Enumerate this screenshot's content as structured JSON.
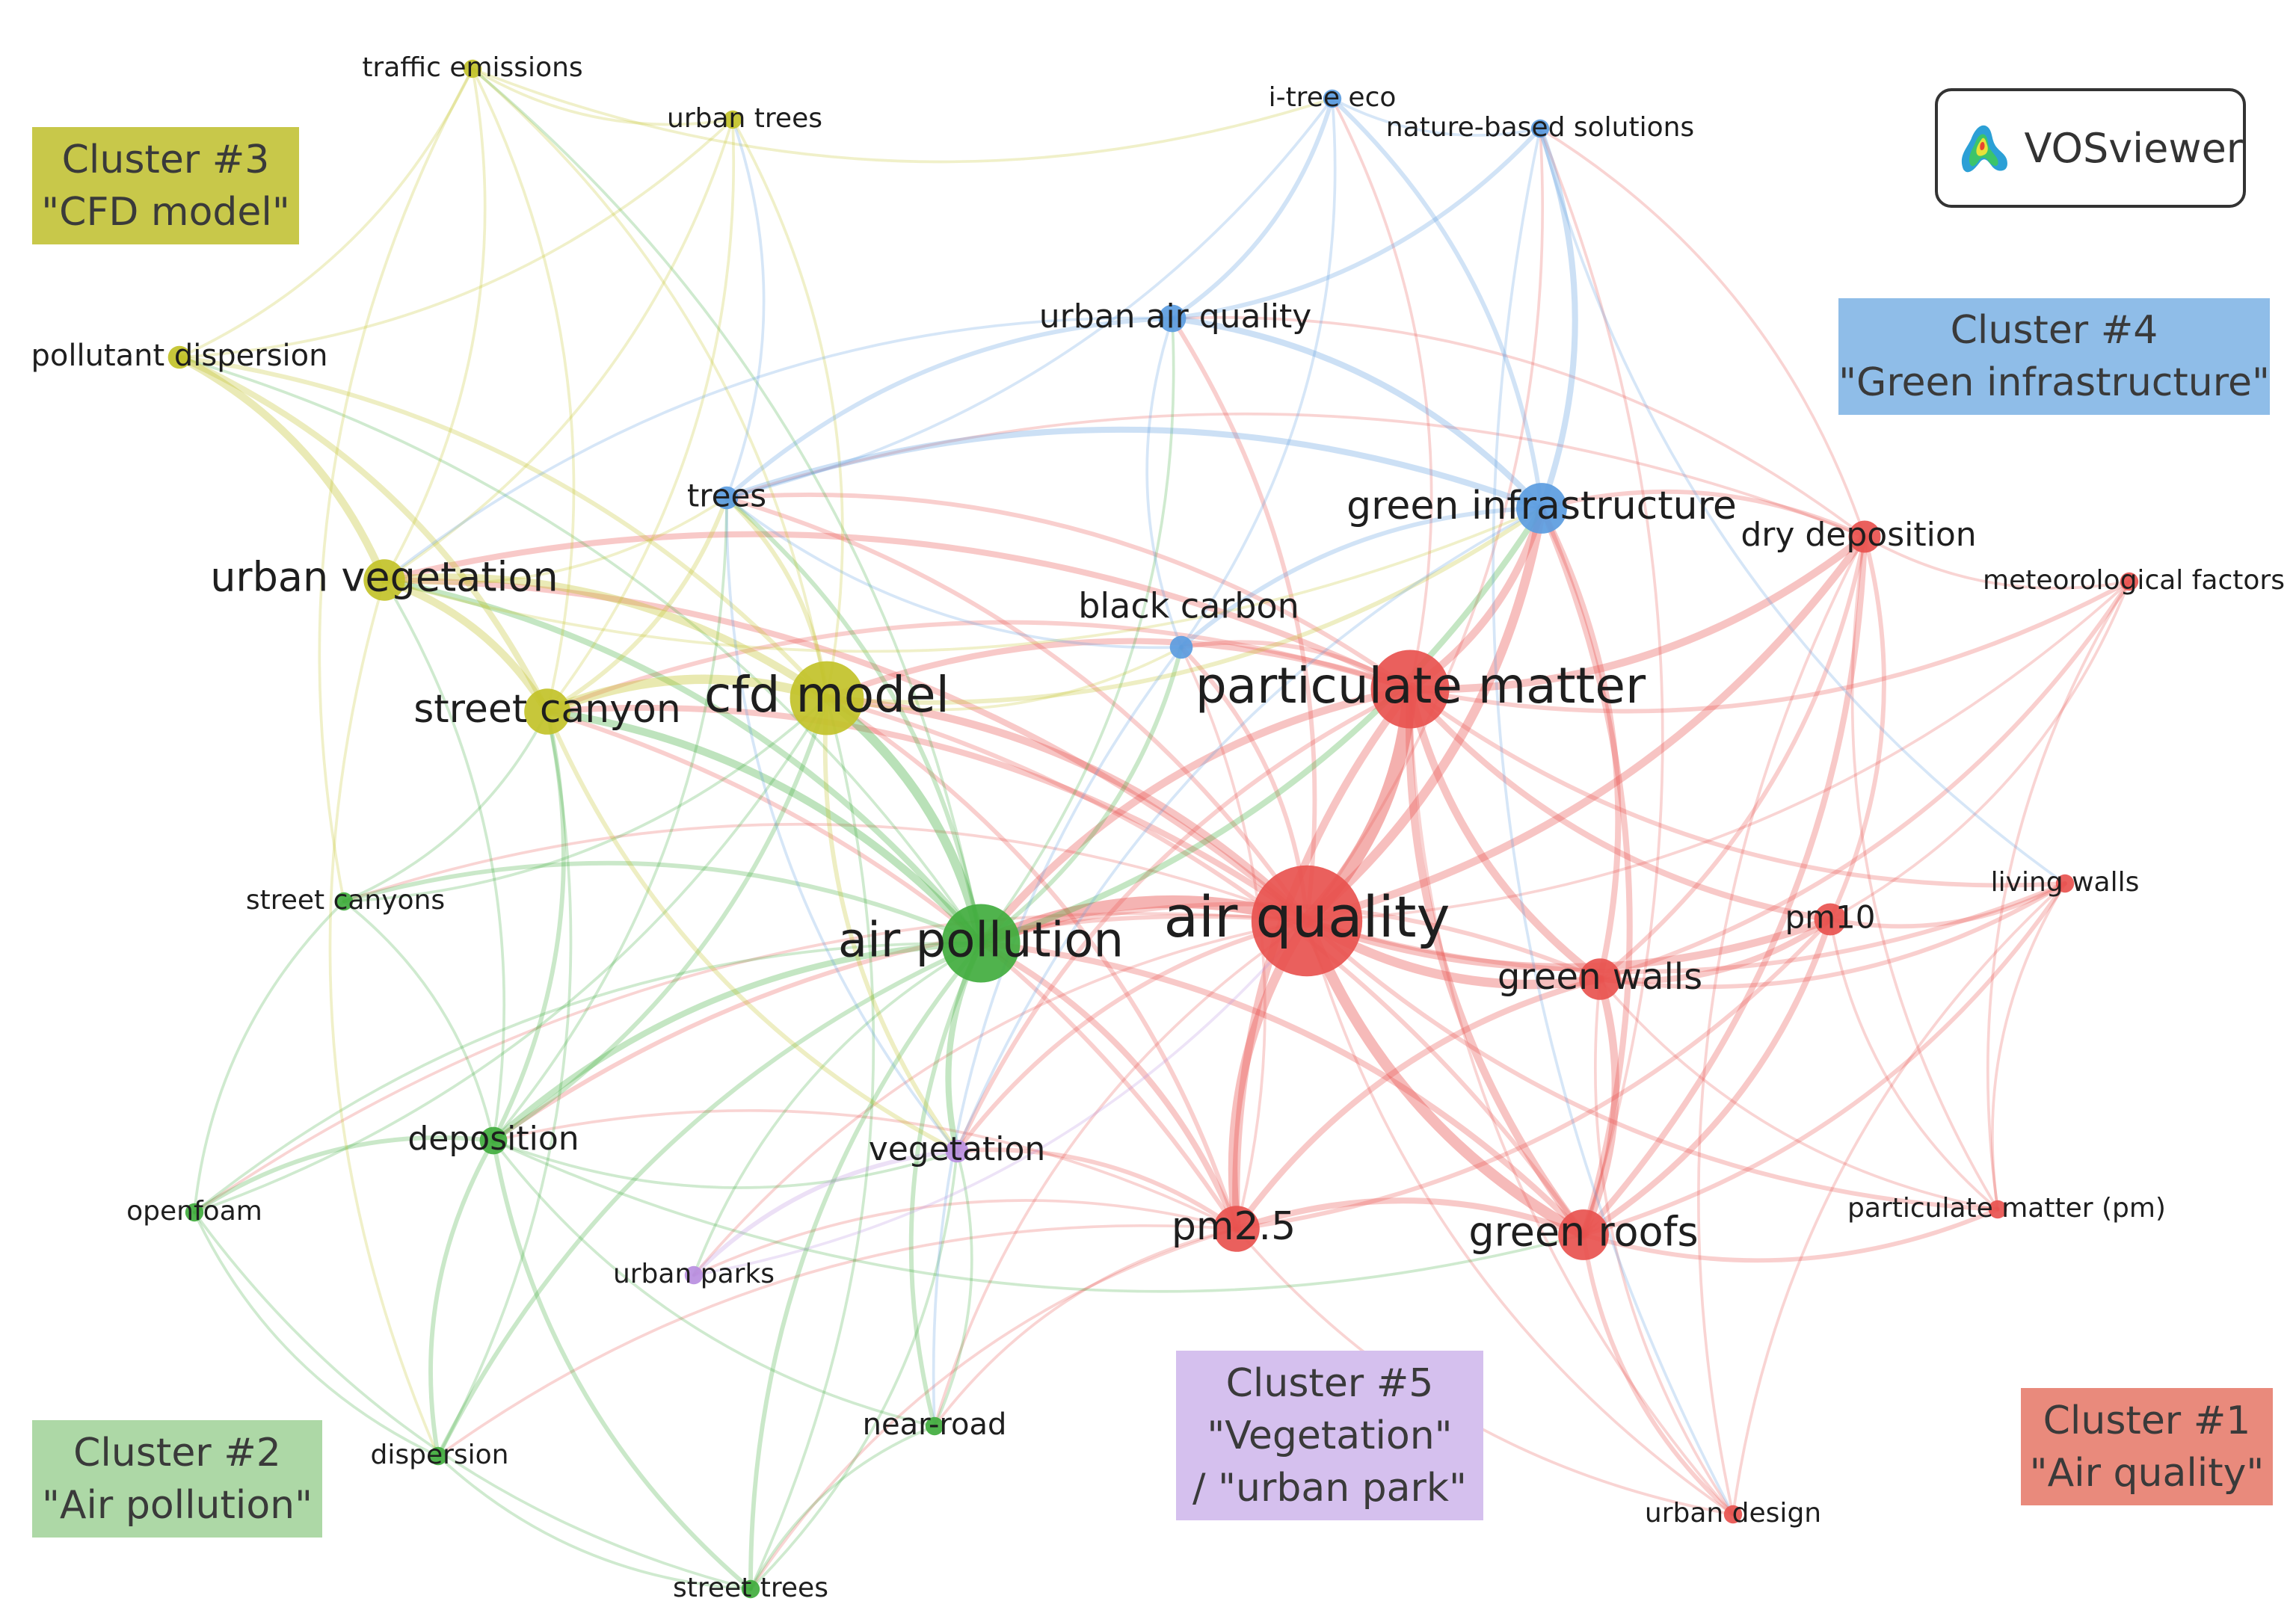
{
  "colors": {
    "cluster1": "#e8524f",
    "cluster2": "#41ad3e",
    "cluster3": "#c2c229",
    "cluster4": "#5b9ce0",
    "cluster5": "#b98ee0",
    "legend1_bg": "#e98a7c",
    "legend2_bg": "#add8a6",
    "legend3_bg": "#c8c84a",
    "legend4_bg": "#8fbde8",
    "legend5_bg": "#d5c0ee"
  },
  "logo": {
    "text": "VOSviewer",
    "icon": "vosviewer-logo-icon"
  },
  "legend": [
    {
      "id": "c3",
      "line1": "Cluster #3",
      "line2": "\"CFD model\"",
      "line3": ""
    },
    {
      "id": "c4",
      "line1": "Cluster #4",
      "line2": "\"Green infrastructure\"",
      "line3": ""
    },
    {
      "id": "c2",
      "line1": "Cluster #2",
      "line2": "\"Air pollution\"",
      "line3": ""
    },
    {
      "id": "c5",
      "line1": "Cluster #5",
      "line2": "\"Vegetation\"",
      "line3": "/ \"urban park\""
    },
    {
      "id": "c1",
      "line1": "Cluster #1",
      "line2": "\"Air quality\"",
      "line3": ""
    }
  ],
  "nodes": [
    {
      "label": "air quality",
      "cluster": 1,
      "weight": 22
    },
    {
      "label": "particulate matter",
      "cluster": 1,
      "weight": 15
    },
    {
      "label": "green roofs",
      "cluster": 1,
      "weight": 9
    },
    {
      "label": "pm2.5",
      "cluster": 1,
      "weight": 8
    },
    {
      "label": "green walls",
      "cluster": 1,
      "weight": 7
    },
    {
      "label": "pm10",
      "cluster": 1,
      "weight": 5
    },
    {
      "label": "dry deposition",
      "cluster": 1,
      "weight": 5
    },
    {
      "label": "living walls",
      "cluster": 1,
      "weight": 2
    },
    {
      "label": "meteorological factors",
      "cluster": 1,
      "weight": 2
    },
    {
      "label": "particulate matter (pm)",
      "cluster": 1,
      "weight": 2
    },
    {
      "label": "urban design",
      "cluster": 1,
      "weight": 2
    },
    {
      "label": "air pollution",
      "cluster": 2,
      "weight": 15
    },
    {
      "label": "deposition",
      "cluster": 2,
      "weight": 4
    },
    {
      "label": "street canyons",
      "cluster": 2,
      "weight": 2
    },
    {
      "label": "openfoam",
      "cluster": 2,
      "weight": 2
    },
    {
      "label": "dispersion",
      "cluster": 2,
      "weight": 2
    },
    {
      "label": "near-road",
      "cluster": 2,
      "weight": 2
    },
    {
      "label": "street trees",
      "cluster": 2,
      "weight": 2
    },
    {
      "label": "cfd model",
      "cluster": 3,
      "weight": 14
    },
    {
      "label": "street canyon",
      "cluster": 3,
      "weight": 8
    },
    {
      "label": "urban vegetation",
      "cluster": 3,
      "weight": 7
    },
    {
      "label": "pollutant dispersion",
      "cluster": 3,
      "weight": 3
    },
    {
      "label": "traffic emissions",
      "cluster": 3,
      "weight": 2
    },
    {
      "label": "urban trees",
      "cluster": 3,
      "weight": 2
    },
    {
      "label": "green infrastructure",
      "cluster": 4,
      "weight": 9
    },
    {
      "label": "urban air quality",
      "cluster": 4,
      "weight": 4
    },
    {
      "label": "trees",
      "cluster": 4,
      "weight": 3
    },
    {
      "label": "black carbon",
      "cluster": 4,
      "weight": 3
    },
    {
      "label": "i-tree eco",
      "cluster": 4,
      "weight": 2
    },
    {
      "label": "nature-based solutions",
      "cluster": 4,
      "weight": 2
    },
    {
      "label": "vegetation",
      "cluster": 5,
      "weight": 3
    },
    {
      "label": "urban parks",
      "cluster": 5,
      "weight": 2
    }
  ],
  "links": [
    [
      "air quality",
      "particulate matter",
      8
    ],
    [
      "air quality",
      "air pollution",
      7
    ],
    [
      "air quality",
      "green roofs",
      6
    ],
    [
      "air quality",
      "pm2.5",
      5
    ],
    [
      "air quality",
      "green walls",
      5
    ],
    [
      "air quality",
      "pm10",
      4
    ],
    [
      "air quality",
      "dry deposition",
      4
    ],
    [
      "air quality",
      "green infrastructure",
      5
    ],
    [
      "air quality",
      "cfd model",
      4
    ],
    [
      "air quality",
      "street canyon",
      3
    ],
    [
      "air quality",
      "urban vegetation",
      3
    ],
    [
      "air quality",
      "trees",
      2
    ],
    [
      "air quality",
      "black carbon",
      2
    ],
    [
      "air quality",
      "vegetation",
      2
    ],
    [
      "air quality",
      "deposition",
      2
    ],
    [
      "air quality",
      "living walls",
      2
    ],
    [
      "air quality",
      "meteorological factors",
      1
    ],
    [
      "air quality",
      "particulate matter (pm)",
      2
    ],
    [
      "air quality",
      "urban design",
      1
    ],
    [
      "air quality",
      "urban air quality",
      2
    ],
    [
      "air quality",
      "street canyons",
      1
    ],
    [
      "air quality",
      "openfoam",
      1
    ],
    [
      "air quality",
      "near-road",
      1
    ],
    [
      "air quality",
      "urban parks",
      1
    ],
    [
      "air quality",
      "nature-based solutions",
      1
    ],
    [
      "particulate matter",
      "green walls",
      4
    ],
    [
      "particulate matter",
      "green roofs",
      4
    ],
    [
      "particulate matter",
      "pm2.5",
      4
    ],
    [
      "particulate matter",
      "pm10",
      3
    ],
    [
      "particulate matter",
      "dry deposition",
      4
    ],
    [
      "particulate matter",
      "air pollution",
      4
    ],
    [
      "particulate matter",
      "green infrastructure",
      4
    ],
    [
      "particulate matter",
      "cfd model",
      3
    ],
    [
      "particulate matter",
      "urban vegetation",
      3
    ],
    [
      "particulate matter",
      "street canyon",
      2
    ],
    [
      "particulate matter",
      "meteorological factors",
      2
    ],
    [
      "particulate matter",
      "living walls",
      2
    ],
    [
      "particulate matter",
      "black carbon",
      2
    ],
    [
      "particulate matter",
      "trees",
      2
    ],
    [
      "particulate matter",
      "vegetation",
      2
    ],
    [
      "particulate matter",
      "urban design",
      1
    ],
    [
      "particulate matter",
      "i-tree eco",
      1
    ],
    [
      "green roofs",
      "green walls",
      4
    ],
    [
      "green roofs",
      "pm2.5",
      3
    ],
    [
      "green roofs",
      "pm10",
      3
    ],
    [
      "green roofs",
      "dry deposition",
      3
    ],
    [
      "green roofs",
      "green infrastructure",
      3
    ],
    [
      "green roofs",
      "air pollution",
      3
    ],
    [
      "green roofs",
      "particulate matter (pm)",
      2
    ],
    [
      "green roofs",
      "urban design",
      2
    ],
    [
      "green roofs",
      "living walls",
      2
    ],
    [
      "green roofs",
      "cfd model",
      2
    ],
    [
      "green roofs",
      "nature-based solutions",
      1
    ],
    [
      "green walls",
      "pm10",
      3
    ],
    [
      "green walls",
      "pm2.5",
      3
    ],
    [
      "green walls",
      "dry deposition",
      2
    ],
    [
      "green walls",
      "living walls",
      2
    ],
    [
      "green walls",
      "green infrastructure",
      3
    ],
    [
      "green walls",
      "air pollution",
      2
    ],
    [
      "green walls",
      "meteorological factors",
      2
    ],
    [
      "green walls",
      "urban design",
      1
    ],
    [
      "green walls",
      "particulate matter (pm)",
      1
    ],
    [
      "pm2.5",
      "pm10",
      2
    ],
    [
      "pm2.5",
      "air pollution",
      3
    ],
    [
      "pm2.5",
      "vegetation",
      2
    ],
    [
      "pm2.5",
      "street canyon",
      2
    ],
    [
      "pm2.5",
      "cfd model",
      2
    ],
    [
      "pm2.5",
      "near-road",
      1
    ],
    [
      "pm2.5",
      "urban parks",
      1
    ],
    [
      "pm2.5",
      "deposition",
      1
    ],
    [
      "pm2.5",
      "black carbon",
      1
    ],
    [
      "pm2.5",
      "urban design",
      1
    ],
    [
      "pm2.5",
      "street trees",
      1
    ],
    [
      "pm2.5",
      "dispersion",
      1
    ],
    [
      "pm10",
      "dry deposition",
      2
    ],
    [
      "pm10",
      "living walls",
      2
    ],
    [
      "pm10",
      "meteorological factors",
      1
    ],
    [
      "pm10",
      "particulate matter (pm)",
      1
    ],
    [
      "dry deposition",
      "meteorological factors",
      1
    ],
    [
      "dry deposition",
      "green infrastructure",
      2
    ],
    [
      "dry deposition",
      "trees",
      1
    ],
    [
      "dry deposition",
      "urban air quality",
      1
    ],
    [
      "dry deposition",
      "particulate matter (pm)",
      1
    ],
    [
      "dry deposition",
      "urban design",
      1
    ],
    [
      "dry deposition",
      "nature-based solutions",
      1
    ],
    [
      "living walls",
      "particulate matter (pm)",
      1
    ],
    [
      "living walls",
      "urban design",
      1
    ],
    [
      "meteorological factors",
      "particulate matter (pm)",
      1
    ],
    [
      "air pollution",
      "cfd model",
      5
    ],
    [
      "air pollution",
      "street canyon",
      4
    ],
    [
      "air pollution",
      "urban vegetation",
      3
    ],
    [
      "air pollution",
      "deposition",
      3
    ],
    [
      "air pollution",
      "vegetation",
      3
    ],
    [
      "air pollution",
      "trees",
      2
    ],
    [
      "air pollution",
      "street canyons",
      2
    ],
    [
      "air pollution",
      "openfoam",
      1
    ],
    [
      "air pollution",
      "dispersion",
      2
    ],
    [
      "air pollution",
      "near-road",
      2
    ],
    [
      "air pollution",
      "street trees",
      2
    ],
    [
      "air pollution",
      "black carbon",
      2
    ],
    [
      "air pollution",
      "green infrastructure",
      3
    ],
    [
      "air pollution",
      "urban parks",
      1
    ],
    [
      "air pollution",
      "pollutant dispersion",
      1
    ],
    [
      "air pollution",
      "urban air quality",
      1
    ],
    [
      "air pollution",
      "traffic emissions",
      1
    ],
    [
      "deposition",
      "openfoam",
      2
    ],
    [
      "deposition",
      "dispersion",
      2
    ],
    [
      "deposition",
      "street trees",
      2
    ],
    [
      "deposition",
      "street canyons",
      1
    ],
    [
      "deposition",
      "near-road",
      1
    ],
    [
      "deposition",
      "vegetation",
      1
    ],
    [
      "deposition",
      "street canyon",
      2
    ],
    [
      "deposition",
      "urban vegetation",
      1
    ],
    [
      "deposition",
      "cfd model",
      2
    ],
    [
      "deposition",
      "trees",
      1
    ],
    [
      "deposition",
      "green roofs",
      1
    ],
    [
      "street canyons",
      "openfoam",
      1
    ],
    [
      "street canyons",
      "street canyon",
      1
    ],
    [
      "street canyons",
      "cfd model",
      1
    ],
    [
      "openfoam",
      "dispersion",
      1
    ],
    [
      "openfoam",
      "street trees",
      1
    ],
    [
      "openfoam",
      "cfd model",
      1
    ],
    [
      "dispersion",
      "street trees",
      1
    ],
    [
      "dispersion",
      "street canyon",
      1
    ],
    [
      "near-road",
      "street trees",
      1
    ],
    [
      "near-road",
      "vegetation",
      1
    ],
    [
      "street trees",
      "vegetation",
      1
    ],
    [
      "street trees",
      "cfd model",
      1
    ],
    [
      "cfd model",
      "street canyon",
      5
    ],
    [
      "cfd model",
      "urban vegetation",
      4
    ],
    [
      "cfd model",
      "pollutant dispersion",
      2
    ],
    [
      "cfd model",
      "trees",
      2
    ],
    [
      "cfd model",
      "urban trees",
      1
    ],
    [
      "cfd model",
      "traffic emissions",
      1
    ],
    [
      "cfd model",
      "vegetation",
      2
    ],
    [
      "cfd model",
      "green infrastructure",
      2
    ],
    [
      "cfd model",
      "black carbon",
      1
    ],
    [
      "street canyon",
      "urban vegetation",
      4
    ],
    [
      "street canyon",
      "pollutant dispersion",
      3
    ],
    [
      "street canyon",
      "trees",
      2
    ],
    [
      "street canyon",
      "vegetation",
      2
    ],
    [
      "street canyon",
      "urban trees",
      1
    ],
    [
      "street canyon",
      "traffic emissions",
      1
    ],
    [
      "urban vegetation",
      "pollutant dispersion",
      4
    ],
    [
      "urban vegetation",
      "traffic emissions",
      1
    ],
    [
      "urban vegetation",
      "urban trees",
      1
    ],
    [
      "urban vegetation",
      "trees",
      1
    ],
    [
      "urban vegetation",
      "green infrastructure",
      1
    ],
    [
      "urban vegetation",
      "dispersion",
      1
    ],
    [
      "pollutant dispersion",
      "traffic emissions",
      1
    ],
    [
      "pollutant dispersion",
      "urban trees",
      1
    ],
    [
      "traffic emissions",
      "urban trees",
      1
    ],
    [
      "traffic emissions",
      "i-tree eco",
      1
    ],
    [
      "traffic emissions",
      "street canyons",
      1
    ],
    [
      "green infrastructure",
      "urban air quality",
      3
    ],
    [
      "green infrastructure",
      "nature-based solutions",
      3
    ],
    [
      "green infrastructure",
      "i-tree eco",
      2
    ],
    [
      "green infrastructure",
      "trees",
      3
    ],
    [
      "green infrastructure",
      "black carbon",
      2
    ],
    [
      "green infrastructure",
      "vegetation",
      1
    ],
    [
      "urban air quality",
      "i-tree eco",
      2
    ],
    [
      "urban air quality",
      "nature-based solutions",
      2
    ],
    [
      "urban air quality",
      "trees",
      2
    ],
    [
      "urban air quality",
      "black carbon",
      1
    ],
    [
      "urban air quality",
      "urban vegetation",
      1
    ],
    [
      "trees",
      "i-tree eco",
      1
    ],
    [
      "trees",
      "black carbon",
      1
    ],
    [
      "trees",
      "vegetation",
      1
    ],
    [
      "trees",
      "urban trees",
      1
    ],
    [
      "black carbon",
      "i-tree eco",
      1
    ],
    [
      "black carbon",
      "near-road",
      1
    ],
    [
      "i-tree eco",
      "nature-based solutions",
      1
    ],
    [
      "nature-based solutions",
      "urban design",
      1
    ],
    [
      "nature-based solutions",
      "living walls",
      1
    ],
    [
      "vegetation",
      "urban parks",
      2
    ],
    [
      "urban parks",
      "air quality",
      1
    ]
  ]
}
